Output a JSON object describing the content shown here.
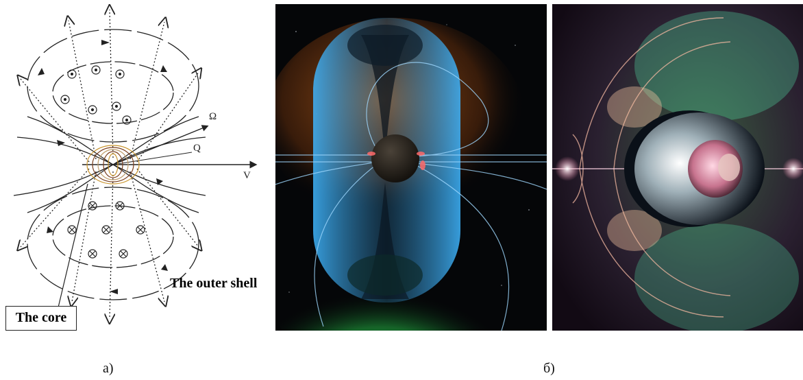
{
  "figure": {
    "panel_a": {
      "label_core": "The core",
      "label_shell": "The outer shell",
      "symbol_omega": "Ω",
      "symbol_q": "Q",
      "symbol_v": "V",
      "caption": "а)"
    },
    "panel_b": {
      "caption": "б)"
    },
    "colors": {
      "line": "#222222",
      "field_blue": "#3fb6ff",
      "field_green": "#29c24a",
      "space": "#050608",
      "orange_glow": "#b5601c"
    }
  }
}
